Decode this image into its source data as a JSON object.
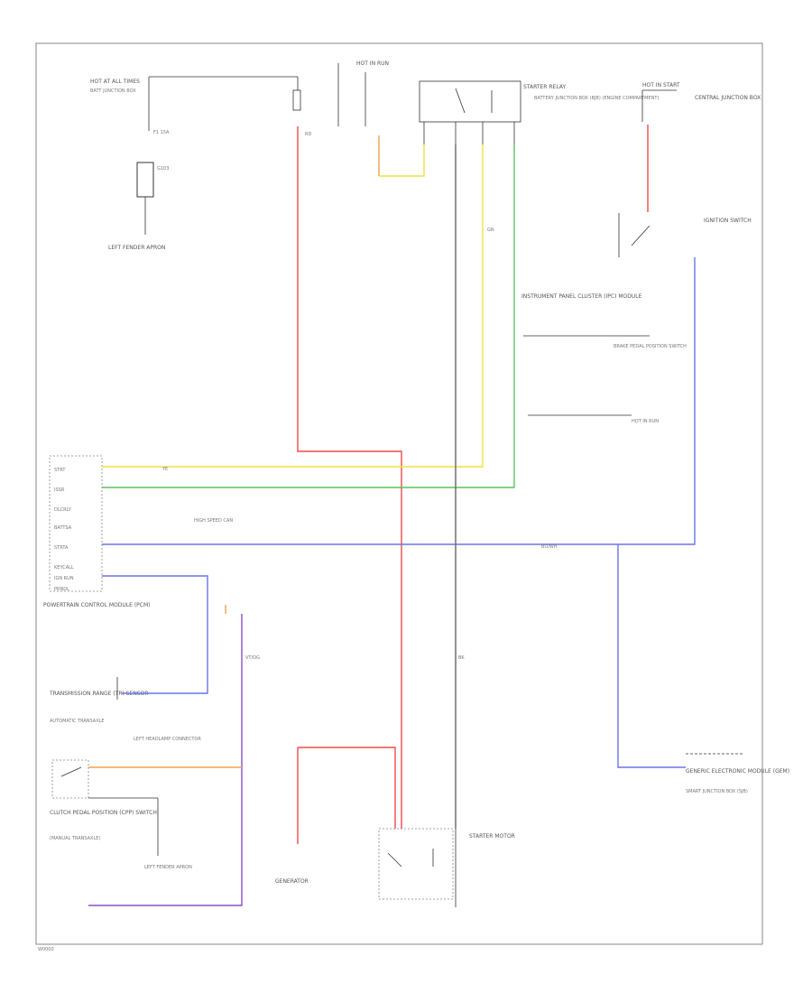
{
  "colors": {
    "red": "#f04a4a",
    "yellow": "#f2e23a",
    "green": "#5dc35d",
    "blue": "#6a74e8",
    "purple": "#8a4fc4",
    "orange": "#f0a44a",
    "gray": "#666666"
  },
  "footer": {
    "ref": "W0000"
  },
  "labels": {
    "fuse_block": "HOT AT ALL TIMES",
    "fuse_block_sub": "BATT JUNCTION BOX",
    "fuse_ref": "F1 15A",
    "ground_ref": "G103",
    "ground_caption": "LEFT FENDER APRON",
    "hot_run": "HOT IN RUN",
    "starter_relay": "STARTER RELAY",
    "bjb_caption": "BATTERY JUNCTION BOX (BJB) (ENGINE COMPARTMENT)",
    "hot_start": "HOT IN START",
    "central_jb": "CENTRAL JUNCTION BOX",
    "ignition_switch": "IGNITION SWITCH",
    "ipc_module": "INSTRUMENT PANEL CLUSTER (IPC) MODULE",
    "brake_switch": "BRAKE PEDAL POSITION SWITCH",
    "pcm": "POWERTRAIN CONTROL MODULE (PCM)",
    "pcm_pins": [
      "STRT",
      "ISSR",
      "DLCRLY",
      "BATTSA",
      "STRTA",
      "KEYCALL",
      "IGN RUN",
      "PRNDL"
    ],
    "pcm_right": "HIGH SPEED CAN",
    "tr_sensor": "TRANSMISSION RANGE (TR) SENSOR",
    "trans_note": "AUTOMATIC TRANSAXLE",
    "clutch_switch": "CLUTCH PEDAL POSITION (CPP) SWITCH",
    "clutch_caption": "(MANUAL TRANSAXLE)",
    "left_connector": "LEFT HEADLAMP CONNECTOR",
    "generator": "GENERATOR",
    "starter_motor": "STARTER MOTOR",
    "gem_caption": "GENERIC ELECTRONIC MODULE (GEM)",
    "smart_junction": "SMART JUNCTION BOX (SJB)",
    "hot_run2": "HOT IN RUN",
    "wire_codes": [
      "RD",
      "YE",
      "GN",
      "BU/WH",
      "VT/OG",
      "BK"
    ]
  }
}
